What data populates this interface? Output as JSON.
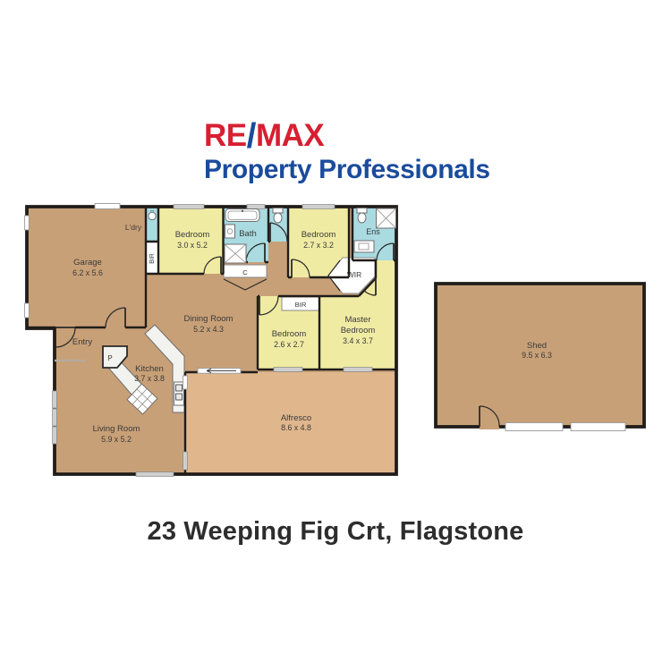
{
  "brand": {
    "re": "RE",
    "slash": "/",
    "max": "MAX",
    "tagline": "Property Professionals"
  },
  "address": "23 Weeping Fig Crt, Flagstone",
  "plan": {
    "rooms": {
      "garage": {
        "name": "Garage",
        "dims": "6.2 x 5.6"
      },
      "laundry": {
        "name": "L'dry"
      },
      "bedroom_2": {
        "name": "Bedroom",
        "dims": "3.0 x 5.2"
      },
      "bath": {
        "name": "Bath"
      },
      "bedroom_3": {
        "name": "Bedroom",
        "dims": "2.7 x 3.2"
      },
      "ensuite": {
        "name": "Ens"
      },
      "wir": {
        "name": "WIR"
      },
      "dining": {
        "name": "Dining Room",
        "dims": "5.2 x 4.3"
      },
      "bedroom_4": {
        "name": "Bedroom",
        "dims": "2.6 x 2.7"
      },
      "master": {
        "name_line_1": "Master",
        "name_line_2": "Bedroom",
        "dims": "3.4 x 3.7"
      },
      "entry": {
        "name": "Entry"
      },
      "pantry": {
        "name": "P"
      },
      "kitchen": {
        "name": "Kitchen",
        "dims": "3.7 x 3.8"
      },
      "living": {
        "name": "Living Room",
        "dims": "5.9 x 5.2"
      },
      "alfresco": {
        "name": "Alfresco",
        "dims": "8.6 x 4.8"
      },
      "shed": {
        "name": "Shed",
        "dims": "9.5 x 6.3"
      },
      "bir_hall": {
        "name": "BIR"
      },
      "bir_bedroom_4": {
        "name": "BIR"
      },
      "cupboard": {
        "name": "C"
      }
    }
  },
  "colors": {
    "floor": "#C8A077",
    "outdoor": "#E0B78D",
    "bedroom": "#F0EBA3",
    "wet": "#A9DBE1",
    "wall": "#201D1A",
    "window": "#CFCFCF",
    "brand_red": "#D62031",
    "brand_blue": "#1A4B9C",
    "text": "#3A3A3A",
    "title": "#2D2D2D"
  }
}
